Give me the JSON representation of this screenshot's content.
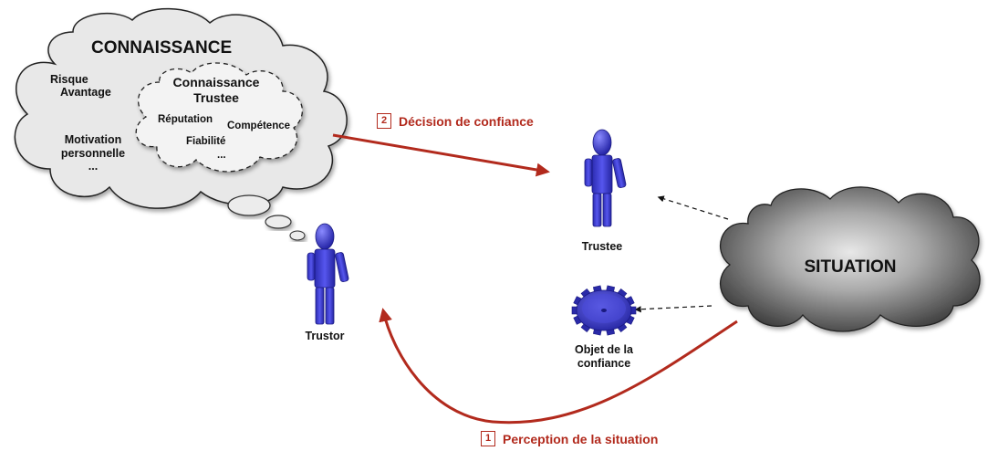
{
  "knowledge": {
    "title": "CONNAISSANCE",
    "risk_line1": "Risque",
    "risk_line2": "Avantage",
    "motivation_line1": "Motivation",
    "motivation_line2": "personnelle",
    "ellipsis": "..."
  },
  "trustee_knowledge": {
    "title_line1": "Connaissance",
    "title_line2": "Trustee",
    "reputation": "Réputation",
    "competence": "Compétence",
    "reliability": "Fiabilité",
    "ellipsis": "..."
  },
  "steps": [
    {
      "number": "2",
      "label": "Décision de confiance"
    },
    {
      "number": "1",
      "label": "Perception de la situation"
    }
  ],
  "actors": {
    "trustor": "Trustor",
    "trustee": "Trustee"
  },
  "situation": "SITUATION",
  "object": {
    "line1": "Objet de la",
    "line2": "confiance"
  },
  "colors": {
    "arrow_red": "#b22a1d",
    "figure_blue": "#3b3bd0",
    "cloud_gray": "#e9e9e9",
    "situation_dark": "#4a4a4a"
  }
}
